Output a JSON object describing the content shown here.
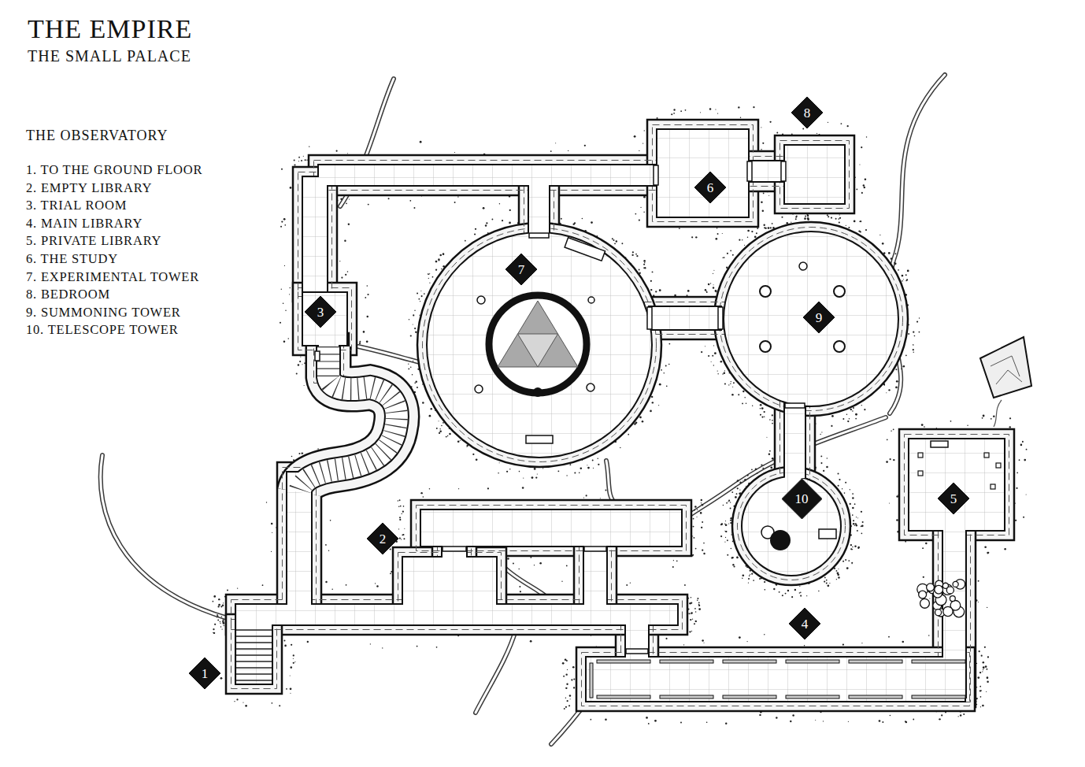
{
  "diagram": {
    "title": "THE EMPIRE",
    "nodes": [
      {
        "text": [
          "8"
        ]
      },
      {
        "text": [
          "6"
        ]
      },
      {
        "text": [
          "7"
        ]
      },
      {
        "text": [
          "3"
        ]
      },
      {
        "text": [
          "9"
        ]
      },
      {
        "text": [
          "5"
        ]
      },
      {
        "text": [
          "10"
        ]
      },
      {
        "text": [
          "2"
        ]
      },
      {
        "text": [
          "4"
        ]
      },
      {
        "text": [
          "1"
        ]
      }
    ],
    "labels": [
      "THE SMALL PALACE",
      "THE OBSERVATORY"
    ],
    "legend": [
      {
        "text": "1. TO THE GROUND FLOOR"
      },
      {
        "text": "2. EMPTY LIBRARY"
      },
      {
        "text": "3. TRIAL ROOM"
      },
      {
        "text": "4. MAIN LIBRARY"
      },
      {
        "text": "5. PRIVATE LIBRARY"
      },
      {
        "text": "6. THE STUDY"
      },
      {
        "text": "7. EXPERIMENTAL TOWER"
      },
      {
        "text": "8. BEDROOM"
      },
      {
        "text": "9. SUMMONING TOWER"
      },
      {
        "text": "10. TELESCOPE TOWER"
      }
    ]
  }
}
